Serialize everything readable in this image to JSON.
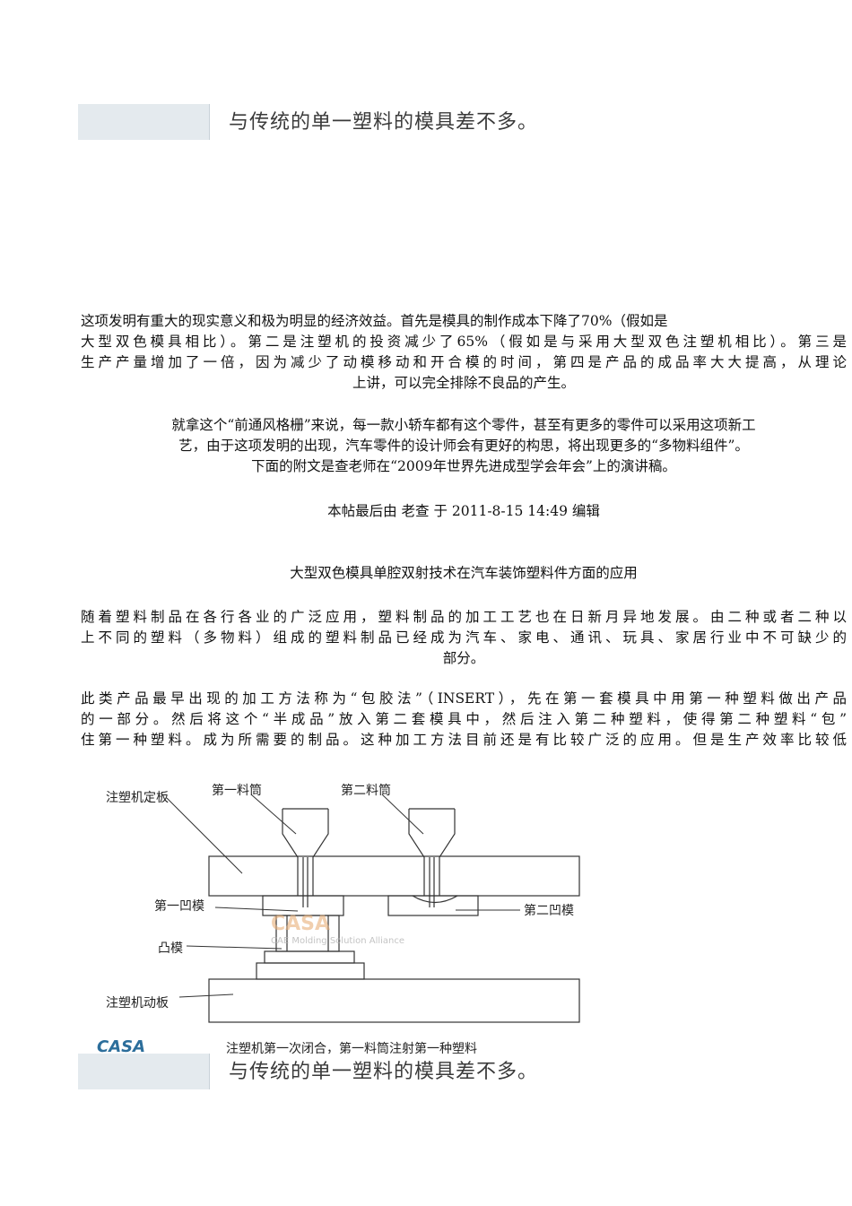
{
  "banner_text": "与传统的单一塑料的模具差不多。",
  "intro": {
    "lines": [
      "这项发明有重大的现实意义和极为明显的经济效益。首先是模具的制作成本下降了70%（假如是",
      "大型双色模具相比）。第二是注塑机的投资减少了65%（假如是与采用大型双色注塑机相比）。第三是",
      "生产产量增加了一倍，因为减少了动模移动和开合模的时间，第四是产品的成品率大大提高，从理论",
      "上讲，可以完全排除不良品的产生。"
    ]
  },
  "example": {
    "lines": [
      "就拿这个“前通风格栅”来说，每一款小轿车都有这个零件，甚至有更多的零件可以采用这项新工",
      "艺，由于这项发明的出现，汽车零件的设计师会有更好的构思，将出现更多的“多物料组件”。",
      "下面的附文是查老师在“2009年世界先进成型学会年会”上的演讲稿。"
    ]
  },
  "edit_note": "本帖最后由 老查 于 2011-8-15 14:49 编辑",
  "article_title": "大型双色模具单腔双射技术在汽车装饰塑料件方面的应用",
  "body1": {
    "lines": [
      "随着塑料制品在各行各业的广泛应用，塑料制品的加工工艺也在日新月异地发展。由二种或者二种以",
      "上不同的塑料（多物料）组成的塑料制品已经成为汽车、家电、通讯、玩具、家居行业中不可缺少的",
      "部分。"
    ]
  },
  "body2": {
    "lines": [
      "此类产品最早出现的加工方法称为“包胶法”（INSERT），先在第一套模具中用第一种塑料做出产品",
      "的一部分。然后将这个“半成品”放入第二套模具中，然后注入第二种塑料，使得第二种塑料“包”",
      "住第一种塑料。成为所需要的制品。这种加工方法目前还是有比较广泛的应用。但是生产效率比较低"
    ]
  },
  "diagram": {
    "labels": {
      "fixed_platen": "注塑机定板",
      "barrel1": "第一料筒",
      "barrel2": "第二料筒",
      "cavity1": "第一凹模",
      "cavity2": "第二凹模",
      "core": "凸模",
      "moving_platen": "注塑机动板"
    },
    "watermark": "CAE Molding Solution Alliance",
    "watermark_brand": "CASA",
    "logo_text": "CASA",
    "caption": "注塑机第一次闭合，第一料筒注射第一种塑料"
  },
  "colors": {
    "banner_shade": "#e4eaee",
    "watermark": "#e9b07a"
  }
}
